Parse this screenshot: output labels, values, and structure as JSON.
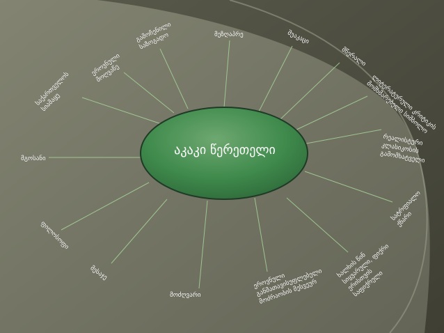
{
  "diagram": {
    "center": "აკაკი წერეთელი",
    "nodes": [
      {
        "id": "gmosani",
        "lines": [
          "მგოსანი"
        ]
      },
      {
        "id": "sakartvelos-siamaye",
        "lines": [
          "საქართველოს",
          "სიამაყე"
        ]
      },
      {
        "id": "erovnuli-moghvatse",
        "lines": [
          "ეროვნული",
          "მოღვაწე"
        ]
      },
      {
        "id": "gamochenili-sazogado",
        "lines": [
          "გამოჩენილი",
          "საზოგადო"
        ]
      },
      {
        "id": "mezghapre",
        "lines": [
          "მეზღაპრე"
        ]
      },
      {
        "id": "shuakatsi",
        "lines": [
          "შუაკაცი"
        ]
      },
      {
        "id": "metsre",
        "lines": [
          "მწერალი"
        ]
      },
      {
        "id": "literaturuli-kritikis",
        "lines": [
          "ლიტერატურული კრიტიკის",
          "მომხმარებელი სიმბოლო"
        ]
      },
      {
        "id": "realisturi-klasikosi",
        "lines": [
          "რეალისტური",
          "კლასიკოსის",
          "გამომხატველი"
        ]
      },
      {
        "id": "satrfialo-poezia",
        "lines": [
          "სატრფიალო",
          "ქნარი"
        ]
      },
      {
        "id": "xalxis-grdzneba",
        "lines": [
          "ხალხის წინ",
          "სიყვარული, ფიქრი",
          "ერისთვის",
          "საფიქრელი"
        ]
      },
      {
        "id": "eris-mamamtavari",
        "lines": [
          "ეროვნული",
          "განმათავისუფლებელი",
          "მოძრაობის მესვეურ"
        ]
      },
      {
        "id": "moghvatse",
        "lines": [
          "მოძღვარი"
        ]
      },
      {
        "id": "mesaje",
        "lines": [
          "მესაჯე"
        ]
      },
      {
        "id": "pedagogi",
        "lines": [
          "ფილოსოფი"
        ]
      }
    ]
  },
  "colors": {
    "background": "#4c4c40",
    "wedge": "#7b7c6c",
    "ellipse_fill": "#3d7f49",
    "ellipse_highlight": "#6ea870",
    "ellipse_stroke": "#1f3a26",
    "connector": "#a7d49a",
    "text": "#ffffff"
  }
}
